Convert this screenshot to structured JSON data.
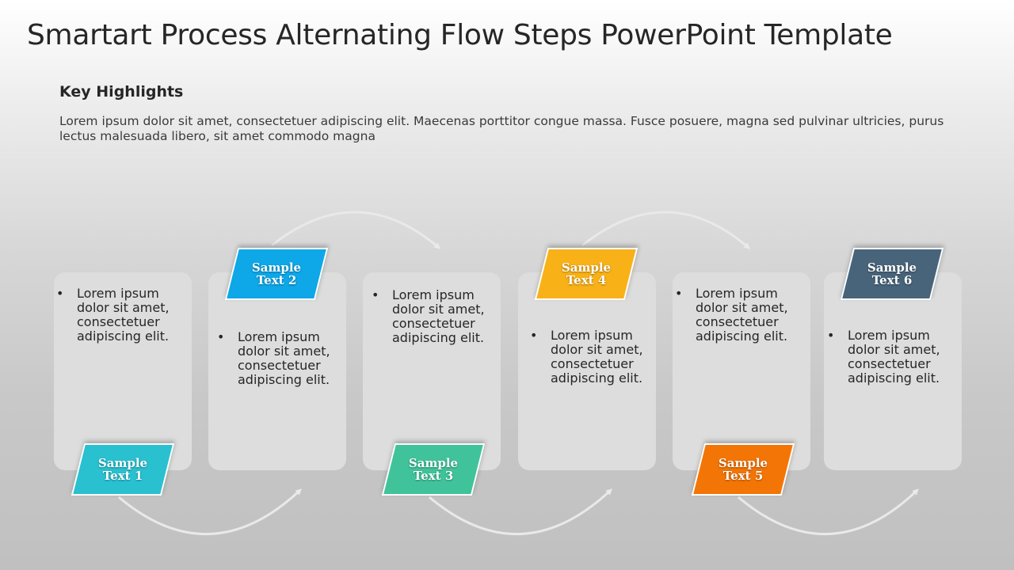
{
  "title": "Smartart Process Alternating Flow Steps PowerPoint Template",
  "highlights": {
    "heading": "Key Highlights",
    "body": "Lorem ipsum dolor sit amet, consectetuer adipiscing elit. Maecenas porttitor congue massa. Fusce posuere, magna sed pulvinar ultricies, purus lectus malesuada libero, sit amet commodo magna"
  },
  "steps": [
    {
      "label": "Sample Text 1",
      "color": "#29C0D0",
      "bullet": "Lorem ipsum dolor sit amet, consectetuer adipiscing elit."
    },
    {
      "label": "Sample Text 2",
      "color": "#0EA7E8",
      "bullet": "Lorem ipsum dolor sit amet, consectetuer adipiscing elit."
    },
    {
      "label": "Sample Text 3",
      "color": "#40C39A",
      "bullet": "Lorem ipsum dolor sit amet, consectetuer adipiscing elit."
    },
    {
      "label": "Sample Text 4",
      "color": "#F9B118",
      "bullet": "Lorem ipsum dolor sit amet, consectetuer adipiscing elit."
    },
    {
      "label": "Sample Text 5",
      "color": "#F37506",
      "bullet": "Lorem ipsum dolor sit amet, consectetuer adipiscing elit."
    },
    {
      "label": "Sample Text 6",
      "color": "#48647A",
      "bullet": "Lorem ipsum dolor sit amet, consectetuer adipiscing elit."
    }
  ]
}
